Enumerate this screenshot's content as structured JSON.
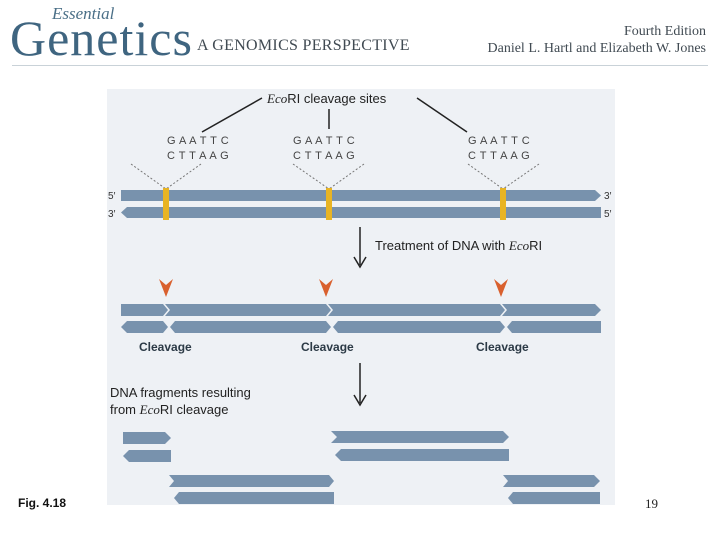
{
  "header": {
    "logo_small": "Essential",
    "logo_big": "Genetics",
    "subtitle": "A GENOMICS PERSPECTIVE",
    "edition": "Fourth Edition",
    "authors": "Daniel L. Hartl and Elizabeth W. Jones"
  },
  "figure": {
    "cleavage_sites_italic": "Eco",
    "cleavage_sites_rest": "RI cleavage sites",
    "sequence_top": "G A A T T C",
    "sequence_bottom": "C T T A A G",
    "strand_five_left": "5′",
    "strand_three_left": "3′",
    "strand_three_right": "3′",
    "strand_five_right": "5′",
    "treatment_plain": "Treatment of DNA with ",
    "treatment_italic": "Eco",
    "treatment_rest": "RI",
    "cleavage_label": "Cleavage",
    "fragments_line1": "DNA fragments resulting",
    "fragments_line2_plain": "from ",
    "fragments_line2_italic": "Eco",
    "fragments_line2_rest": "RI cleavage"
  },
  "footer": {
    "fig_label": "Fig. 4.18",
    "page_number": "19"
  },
  "colors": {
    "strand": "#7892ad",
    "site": "#e8b424",
    "arrowhead": "#d9602e",
    "figure_bg": "#eef1f5"
  }
}
